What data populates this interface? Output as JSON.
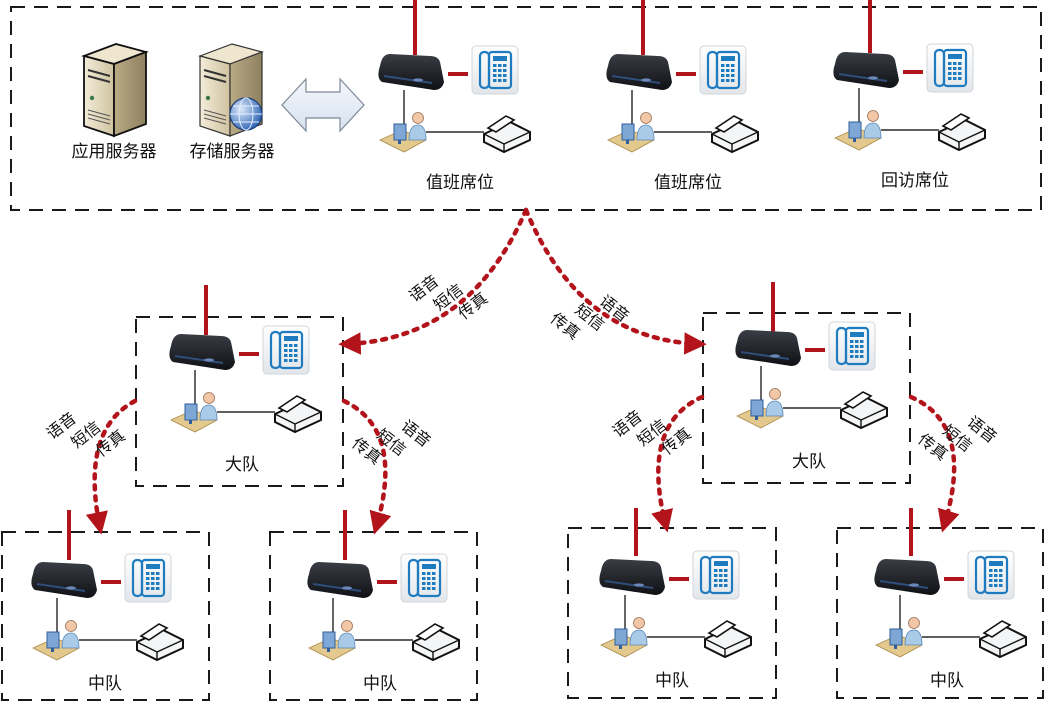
{
  "colors": {
    "link_red": "#b3141b",
    "dashed_box": "#1a1a1a",
    "phone_blue": "#1f7bbf",
    "server_beige": "#e7dcc2"
  },
  "command_center": {
    "servers": [
      {
        "label": "应用服务器",
        "icon": "server-icon"
      },
      {
        "label": "存储服务器",
        "icon": "storage-server-globe-icon"
      }
    ],
    "exchange_icon": "bidirectional-arrow-icon",
    "seats": [
      {
        "label": "值班席位"
      },
      {
        "label": "值班席位"
      },
      {
        "label": "回访席位"
      }
    ]
  },
  "brigades": [
    {
      "label": "大队"
    },
    {
      "label": "大队"
    }
  ],
  "squadrons": [
    {
      "label": "中队"
    },
    {
      "label": "中队"
    },
    {
      "label": "中队"
    },
    {
      "label": "中队"
    }
  ],
  "link_labels": {
    "line1": "语音",
    "line2": "短信",
    "line3": "传真"
  },
  "node_devices": {
    "gateway": "voip-gateway-icon",
    "phone": "desk-phone-icon",
    "operator": "operator-workstation-icon",
    "fax": "fax-scanner-icon"
  }
}
